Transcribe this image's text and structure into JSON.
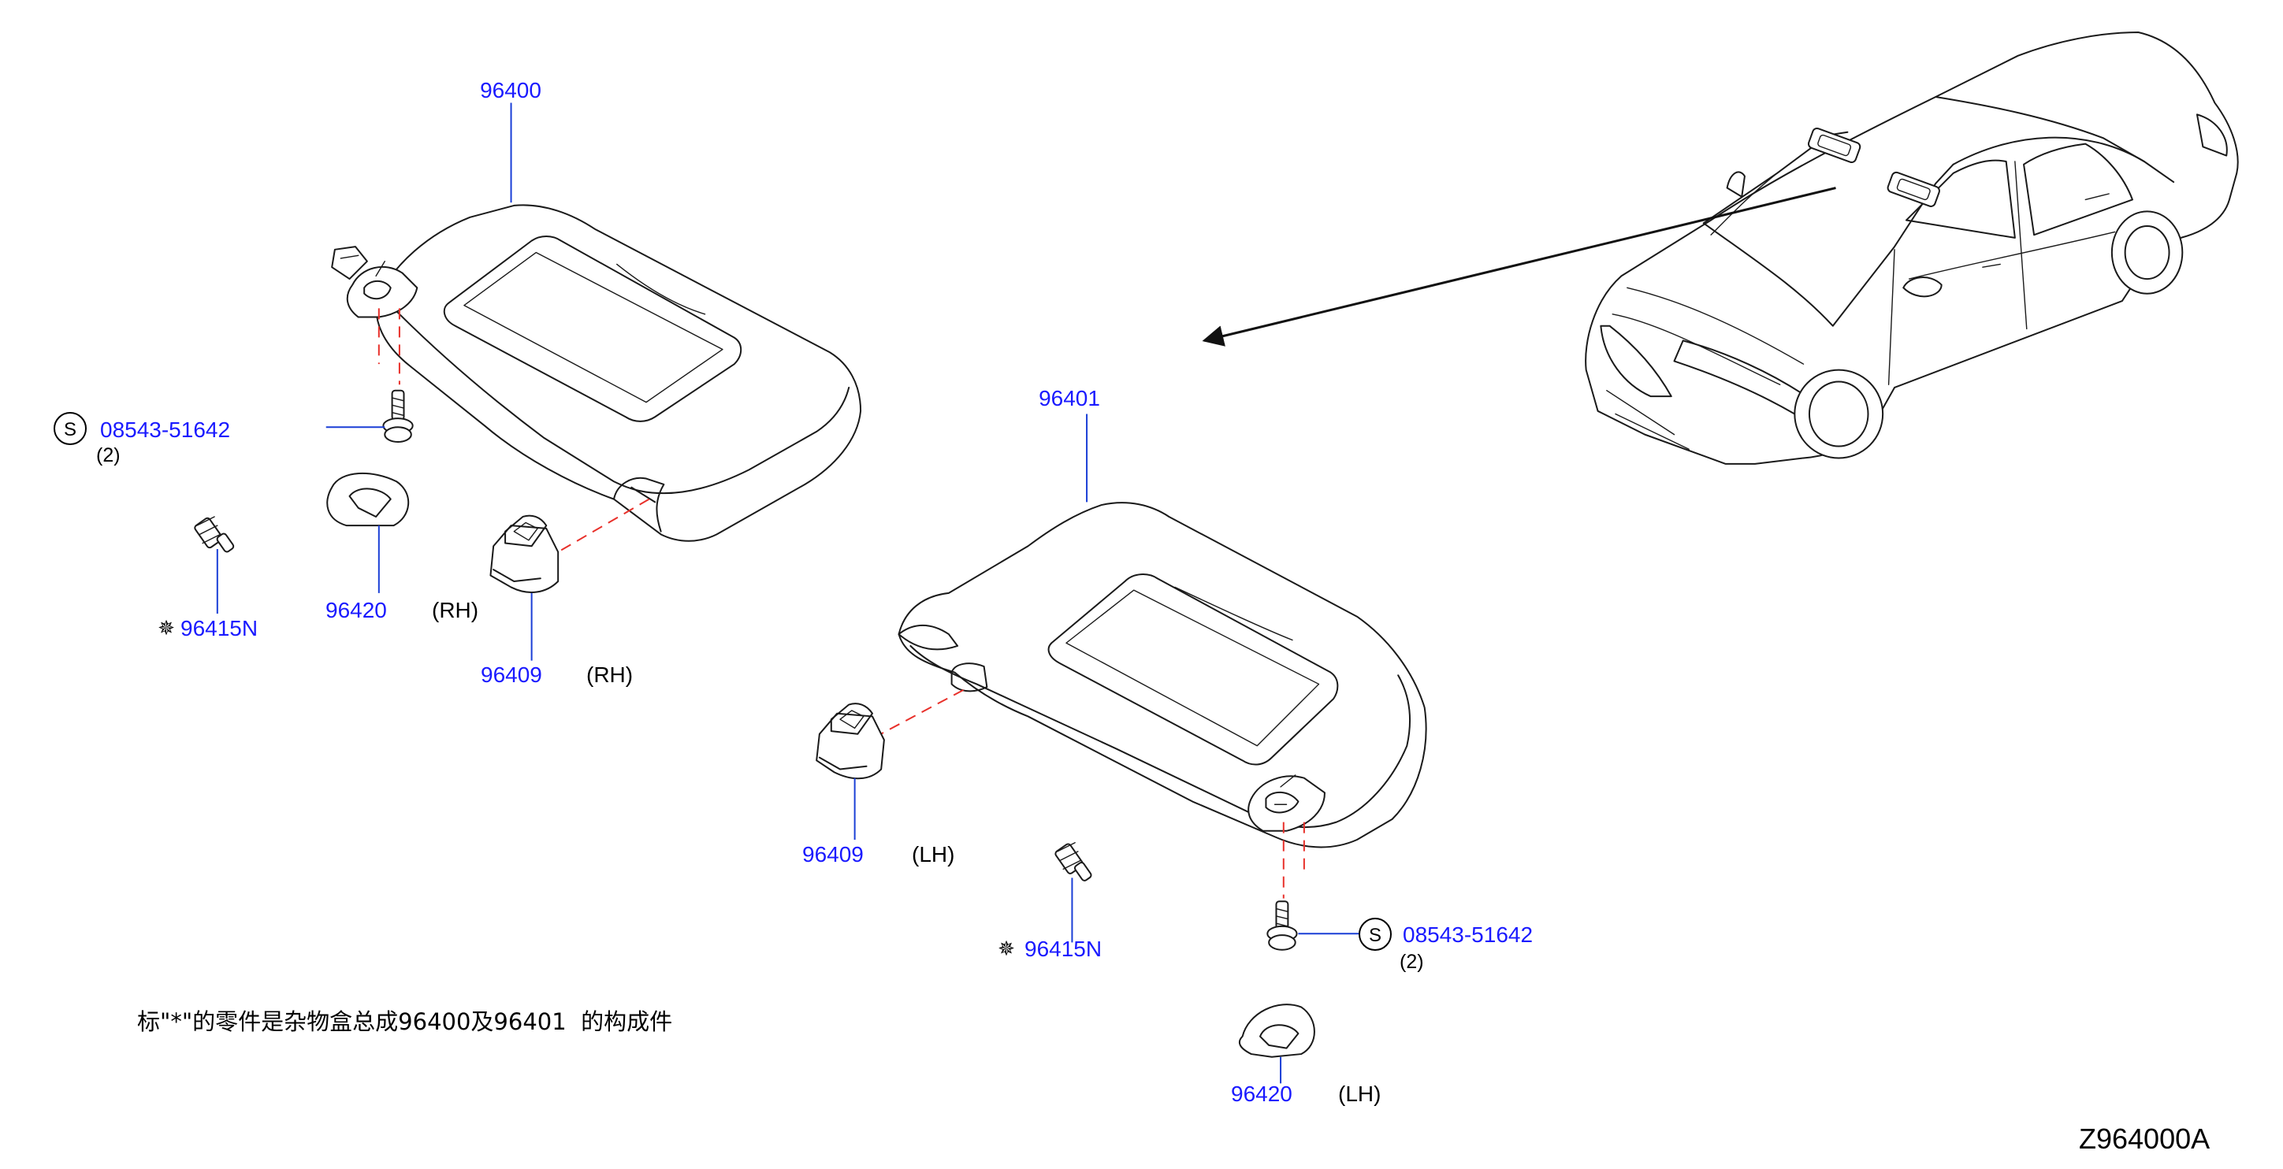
{
  "colors": {
    "part_number": "#1a1aff",
    "leader": "#1a3fd6",
    "dash": "#e8302a",
    "line": "#1a1a1a",
    "text": "#000000",
    "background": "#ffffff"
  },
  "callouts": {
    "sunvisor_rh": "96400",
    "sunvisor_lh": "96401",
    "screw_upper": "08543-51642",
    "screw_upper_qty": "(2)",
    "screw_lower": "08543-51642",
    "screw_lower_qty": "(2)",
    "screw_symbol": "S",
    "cover_rh": "96420",
    "cover_rh_side": "(RH)",
    "holder_rh": "96409",
    "holder_rh_side": "(RH)",
    "bulb_upper": "96415N",
    "holder_lh": "96409",
    "holder_lh_side": "(LH)",
    "bulb_lower": "96415N",
    "cover_lh": "96420",
    "cover_lh_side": "(LH)"
  },
  "icons": {
    "screw_marker": "circled-s-icon",
    "component_marker": "asterisk-gear-icon"
  },
  "footnote": "标\"*\"的零件是杂物盒总成96400及96401  的构成件",
  "diagram_code": "Z964000A"
}
